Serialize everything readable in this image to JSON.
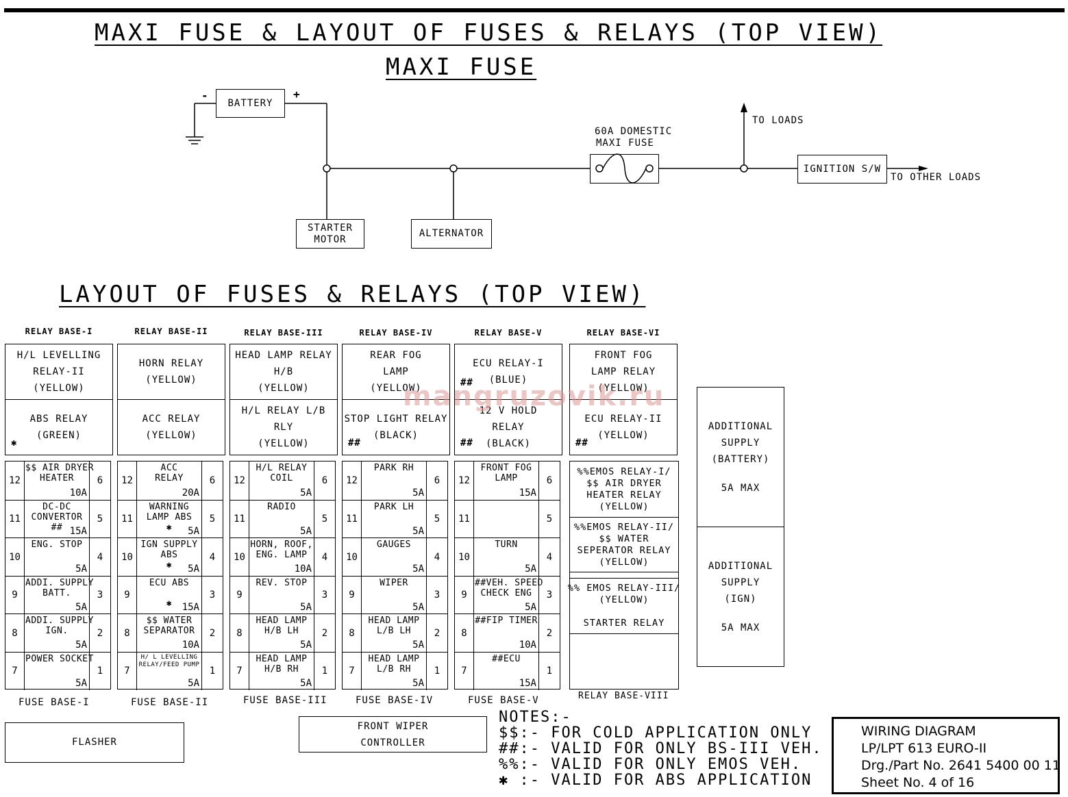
{
  "title_main": "MAXI FUSE & LAYOUT OF FUSES & RELAYS (TOP VIEW)",
  "title_maxi": "MAXI FUSE",
  "title_layout": "LAYOUT OF FUSES & RELAYS (TOP VIEW)",
  "circuit": {
    "battery": "BATTERY",
    "minus": "-",
    "plus": "+",
    "starter_line1": "STARTER",
    "starter_line2": "MOTOR",
    "alternator": "ALTERNATOR",
    "fuse_line1": "60A  DOMESTIC",
    "fuse_line2": "MAXI FUSE",
    "to_loads": "TO LOADS",
    "ignition": "IGNITION S/W",
    "to_other_loads": "TO OTHER LOADS"
  },
  "relay_bases": [
    {
      "title": "RELAY BASE-I",
      "top": [
        "H/L LEVELLING",
        "RELAY-II",
        "(YELLOW)"
      ],
      "bottom": [
        "ABS RELAY",
        "(GREEN)"
      ],
      "top_mark": "",
      "bottom_mark": "✱"
    },
    {
      "title": "RELAY BASE-II",
      "top": [
        "HORN RELAY",
        "(YELLOW)"
      ],
      "bottom": [
        "ACC RELAY",
        "(YELLOW)"
      ],
      "top_mark": "",
      "bottom_mark": ""
    },
    {
      "title": "RELAY BASE-III",
      "top": [
        "HEAD LAMP RELAY",
        "H/B",
        "(YELLOW)"
      ],
      "bottom": [
        "H/L RELAY L/B",
        "RLY",
        "(YELLOW)"
      ],
      "top_mark": "",
      "bottom_mark": ""
    },
    {
      "title": "RELAY BASE-IV",
      "top": [
        "REAR FOG",
        "LAMP",
        "(YELLOW)"
      ],
      "bottom": [
        "STOP LIGHT RELAY",
        "(BLACK)"
      ],
      "top_mark": "",
      "bottom_mark": "##"
    },
    {
      "title": "RELAY BASE-V",
      "top": [
        "ECU RELAY-I",
        "(BLUE)"
      ],
      "bottom": [
        "12 V HOLD",
        "RELAY",
        "(BLACK)"
      ],
      "top_mark": "##",
      "bottom_mark": "##"
    },
    {
      "title": "RELAY BASE-VI",
      "top": [
        "FRONT FOG",
        "LAMP RELAY",
        "(YELLOW)"
      ],
      "bottom": [
        "ECU RELAY-II",
        "(YELLOW)"
      ],
      "top_mark": "",
      "bottom_mark": "##"
    }
  ],
  "fuse_bases": [
    {
      "label": "FUSE BASE-I",
      "rows": [
        {
          "l": "12",
          "r": "6",
          "name": "$$ AIR DRYER\nHEATER",
          "amp": "10A"
        },
        {
          "l": "11",
          "r": "5",
          "name": "DC-DC\nCONVERTOR\n##",
          "amp": "15A"
        },
        {
          "l": "10",
          "r": "4",
          "name": "ENG. STOP",
          "amp": "5A"
        },
        {
          "l": "9",
          "r": "3",
          "name": "ADDI. SUPPLY\nBATT.",
          "amp": "5A"
        },
        {
          "l": "8",
          "r": "2",
          "name": "ADDI. SUPPLY\nIGN.",
          "amp": "5A"
        },
        {
          "l": "7",
          "r": "1",
          "name": "POWER SOCKET",
          "amp": "5A"
        }
      ]
    },
    {
      "label": "FUSE BASE-II",
      "rows": [
        {
          "l": "12",
          "r": "6",
          "name": "ACC\nRELAY",
          "amp": "20A"
        },
        {
          "l": "11",
          "r": "5",
          "name": "WARNING\nLAMP ABS\n✱",
          "amp": "5A"
        },
        {
          "l": "10",
          "r": "4",
          "name": "IGN SUPPLY\nABS\n✱",
          "amp": "5A"
        },
        {
          "l": "9",
          "r": "3",
          "name": "ECU ABS\n\n✱",
          "amp": "15A"
        },
        {
          "l": "8",
          "r": "2",
          "name": "$$ WATER\nSEPARATOR",
          "amp": "10A"
        },
        {
          "l": "7",
          "r": "1",
          "name": "H/ L LEVELLING\nRELAY/FEED PUMP",
          "amp": "5A"
        }
      ]
    },
    {
      "label": "FUSE BASE-III",
      "rows": [
        {
          "l": "12",
          "r": "6",
          "name": "H/L RELAY\nCOIL",
          "amp": "5A"
        },
        {
          "l": "11",
          "r": "5",
          "name": "RADIO",
          "amp": "5A"
        },
        {
          "l": "10",
          "r": "4",
          "name": "HORN, ROOF,\nENG. LAMP",
          "amp": "10A"
        },
        {
          "l": "9",
          "r": "3",
          "name": "REV. STOP",
          "amp": "5A"
        },
        {
          "l": "8",
          "r": "2",
          "name": "HEAD LAMP\nH/B LH",
          "amp": "5A"
        },
        {
          "l": "7",
          "r": "1",
          "name": "HEAD LAMP\nH/B RH",
          "amp": "5A"
        }
      ]
    },
    {
      "label": "FUSE BASE-IV",
      "rows": [
        {
          "l": "12",
          "r": "6",
          "name": "PARK RH",
          "amp": "5A"
        },
        {
          "l": "11",
          "r": "5",
          "name": "PARK LH",
          "amp": "5A"
        },
        {
          "l": "10",
          "r": "4",
          "name": "GAUGES",
          "amp": "5A"
        },
        {
          "l": "9",
          "r": "3",
          "name": "WIPER",
          "amp": "5A"
        },
        {
          "l": "8",
          "r": "2",
          "name": "HEAD LAMP\nL/B LH",
          "amp": "5A"
        },
        {
          "l": "7",
          "r": "1",
          "name": "HEAD LAMP\nL/B RH",
          "amp": "5A"
        }
      ]
    },
    {
      "label": "FUSE BASE-V",
      "rows": [
        {
          "l": "12",
          "r": "6",
          "name": "FRONT FOG\nLAMP",
          "amp": "15A"
        },
        {
          "l": "11",
          "r": "5",
          "name": "",
          "amp": ""
        },
        {
          "l": "10",
          "r": "4",
          "name": "TURN",
          "amp": "5A"
        },
        {
          "l": "9",
          "r": "3",
          "name": "##VEH. SPEED\nCHECK ENG",
          "amp": "5A"
        },
        {
          "l": "8",
          "r": "2",
          "name": "##FIP TIMER",
          "amp": "10A"
        },
        {
          "l": "7",
          "r": "1",
          "name": "##ECU",
          "amp": "15A"
        }
      ]
    }
  ],
  "relay_base_viii": {
    "label": "RELAY BASE-VIII",
    "cells": [
      "%%EMOS RELAY-I/\n$$ AIR DRYER\nHEATER RELAY\n(YELLOW)",
      "%%EMOS RELAY-II/\n$$ WATER\nSEPERATOR RELAY\n(YELLOW)",
      "%% EMOS RELAY-III/\n(YELLOW)\n\nSTARTER RELAY",
      ""
    ]
  },
  "additional_supply": [
    [
      "ADDITIONAL",
      "SUPPLY",
      "(BATTERY)",
      "",
      "5A MAX"
    ],
    [
      "ADDITIONAL",
      "SUPPLY",
      "(IGN)",
      "",
      "5A MAX"
    ]
  ],
  "flasher": "FLASHER",
  "front_wiper_line1": "FRONT WIPER",
  "front_wiper_line2": "CONTROLLER",
  "notes": {
    "title": "NOTES:-",
    "n1": "$$:- FOR COLD APPLICATION ONLY",
    "n2": "##:- VALID FOR ONLY BS-III VEH.",
    "n3": "%%:- VALID FOR ONLY EMOS VEH.",
    "n4": "✱  :- VALID FOR ABS APPLICATION"
  },
  "title_block": {
    "line1": "WIRING DIAGRAM",
    "line2": "LP/LPT 613 EURO-II",
    "line3": "Drg./Part No. 2641 5400 00 11",
    "line4": "Sheet No.  4  of 16"
  },
  "watermark": "mangruzovik.ru"
}
